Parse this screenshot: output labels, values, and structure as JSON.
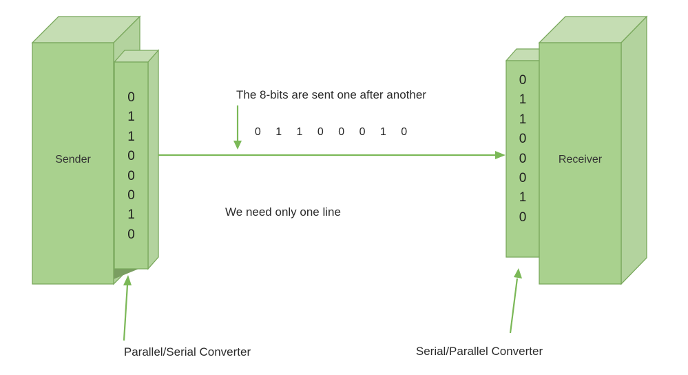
{
  "colors": {
    "box_front": "#a9d18e",
    "box_top": "#c5ddb3",
    "box_side": "#b3d39e",
    "box_outline": "#79a85c",
    "box_underside": "#7a9e61",
    "arrow": "#7bb857"
  },
  "sender": {
    "label": "Sender",
    "bits": [
      "0",
      "1",
      "1",
      "0",
      "0",
      "0",
      "1",
      "0"
    ],
    "converter_label": "Parallel/Serial Converter"
  },
  "receiver": {
    "label": "Receiver",
    "bits": [
      "0",
      "1",
      "1",
      "0",
      "0",
      "0",
      "1",
      "0"
    ],
    "converter_label": "Serial/Parallel Converter"
  },
  "channel": {
    "caption_top": "The 8-bits are sent one after another",
    "serial_bits": "0 1 1 0 0 0 1 0",
    "caption_bottom": "We need only one line"
  }
}
